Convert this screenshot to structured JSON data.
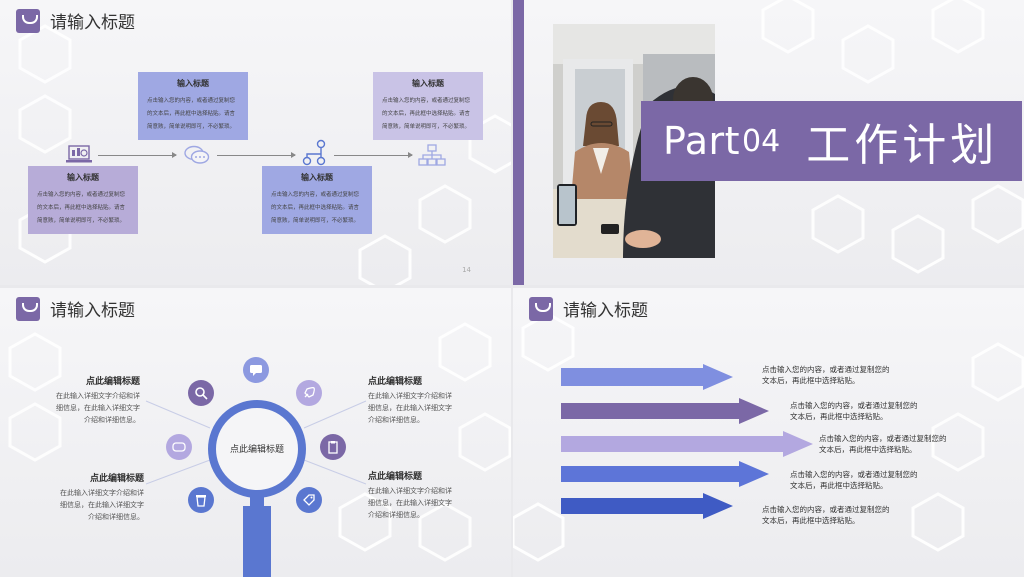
{
  "colors": {
    "accent": "#7b68a6",
    "box_purple": "#b7acd8",
    "box_blue": "#9fa8e3",
    "box_lilac": "#c9c3e6",
    "ring_blue": "#5a77d0",
    "arrow_1": "#7f8fe0",
    "arrow_2": "#7b68a6",
    "arrow_3": "#b3a8e0",
    "arrow_4": "#5d75d8",
    "arrow_5": "#3f5bc4"
  },
  "slide1": {
    "title": "请输入标题",
    "page_number": "14",
    "boxes": [
      {
        "title": "输入标题",
        "body": "点击输入您的内容，或者通过复制您的文本后，再此框中选择粘贴。请言简意赅，简单说明即可，不必繁琐。"
      },
      {
        "title": "输入标题",
        "body": "点击输入您的内容，或者通过复制您的文本后，再此框中选择粘贴。请言简意赅，简单说明即可，不必繁琐。"
      },
      {
        "title": "输入标题",
        "body": "点击输入您的内容，或者通过复制您的文本后，再此框中选择粘贴。请言简意赅，简单说明即可，不必繁琐。"
      },
      {
        "title": "输入标题",
        "body": "点击输入您的内容，或者通过复制您的文本后，再此框中选择粘贴。请言简意赅，简单说明即可，不必繁琐。"
      }
    ],
    "icons": [
      "laptop-chart-icon",
      "chat-bubbles-icon",
      "flow-branch-icon",
      "org-chart-icon"
    ]
  },
  "slide2": {
    "part_label": "Part",
    "part_number": "04",
    "section_title": "工作计划"
  },
  "slide3": {
    "title": "请输入标题",
    "center_label": "点此编辑标题",
    "blocks": [
      {
        "title": "点此编辑标题",
        "line1": "在此输入详细文字介绍和详",
        "line2": "细信息，在此输入详细文字",
        "line3": "介绍和详细信息。"
      },
      {
        "title": "点此编辑标题",
        "line1": "在此输入详细文字介绍和详",
        "line2": "细信息，在此输入详细文字",
        "line3": "介绍和详细信息。"
      },
      {
        "title": "点此编辑标题",
        "line1": "在此输入详细文字介绍和详",
        "line2": "细信息，在此输入详细文字",
        "line3": "介绍和详细信息。"
      },
      {
        "title": "点此编辑标题",
        "line1": "在此输入详细文字介绍和详",
        "line2": "细信息，在此输入详细文字",
        "line3": "介绍和详细信息。"
      }
    ],
    "icons": [
      "search-icon",
      "chat-icon",
      "rocket-icon",
      "clipboard-icon",
      "tag-icon",
      "cup-icon",
      "message-icon"
    ]
  },
  "slide4": {
    "title": "请输入标题",
    "items": [
      {
        "line1": "点击输入您的内容，或者通过复制您的",
        "line2": "文本后，再此框中选择粘贴。"
      },
      {
        "line1": "点击输入您的内容，或者通过复制您的",
        "line2": "文本后，再此框中选择粘贴。"
      },
      {
        "line1": "点击输入您的内容，或者通过复制您的",
        "line2": "文本后，再此框中选择粘贴。"
      },
      {
        "line1": "点击输入您的内容，或者通过复制您的",
        "line2": "文本后，再此框中选择粘贴。"
      },
      {
        "line1": "点击输入您的内容，或者通过复制您的",
        "line2": "文本后，再此框中选择粘贴。"
      }
    ]
  }
}
